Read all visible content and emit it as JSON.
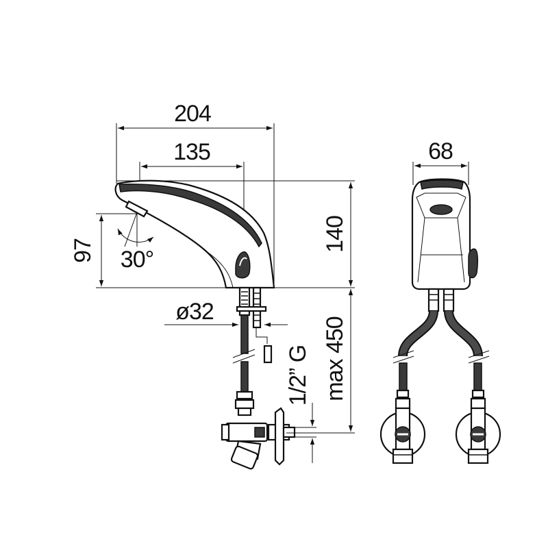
{
  "dimensions": {
    "width_total": "204",
    "spout_reach": "135",
    "height_total": "140",
    "aerator_height": "97",
    "sensor_angle": "30°",
    "mount_diameter": "ø32",
    "supply_length": "max 450",
    "thread": "1/2” G",
    "front_width": "68"
  }
}
